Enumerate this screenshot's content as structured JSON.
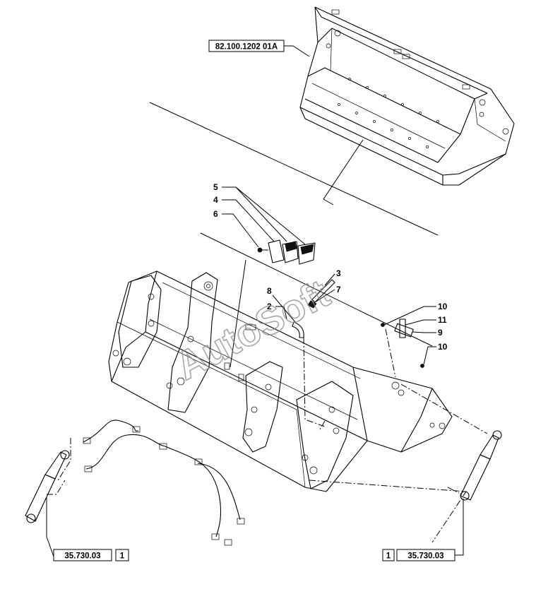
{
  "diagram": {
    "top_reference": "82.100.1202 01A",
    "bottom_left_reference": {
      "code": "35.730.03",
      "qty": "1"
    },
    "bottom_right_reference": {
      "qty": "1",
      "code": "35.730.03"
    },
    "callouts": [
      "5",
      "4",
      "6",
      "8",
      "3",
      "2",
      "7",
      "10",
      "11",
      "9",
      "10"
    ],
    "watermark": "AutoSoft"
  },
  "colors": {
    "ink": "#000000",
    "paper": "#ffffff",
    "watermark": "#8a8a8a"
  }
}
